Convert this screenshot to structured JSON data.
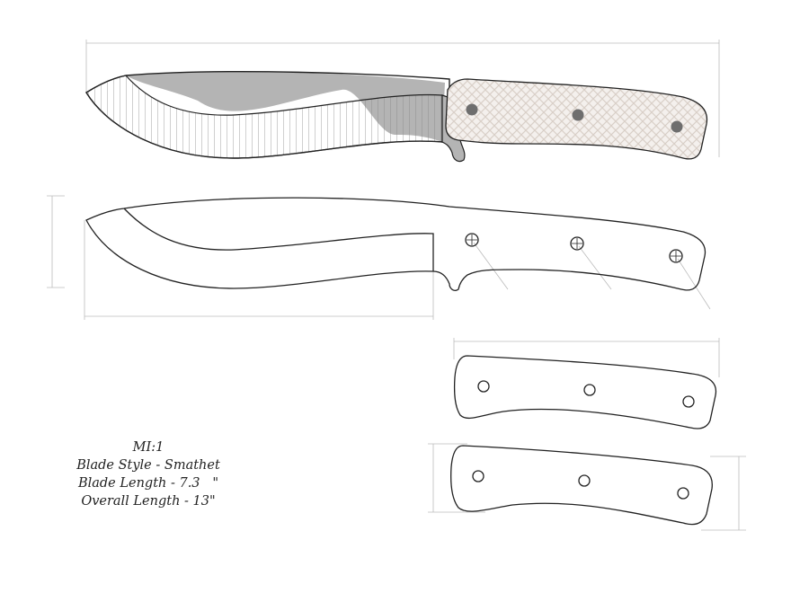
{
  "title": "MI:1",
  "specs": {
    "blade_style": "Blade Style - Smathet",
    "blade_length": "Blade Length - 7.3   \"",
    "overall_length": "Overall Length - 13\""
  },
  "colors": {
    "outline": "#222222",
    "blade_flat": "#b4b4b4",
    "handle_scale": "#efeae6",
    "pin": "#6e6e6e",
    "dimension_line": "#bbbbbb"
  }
}
